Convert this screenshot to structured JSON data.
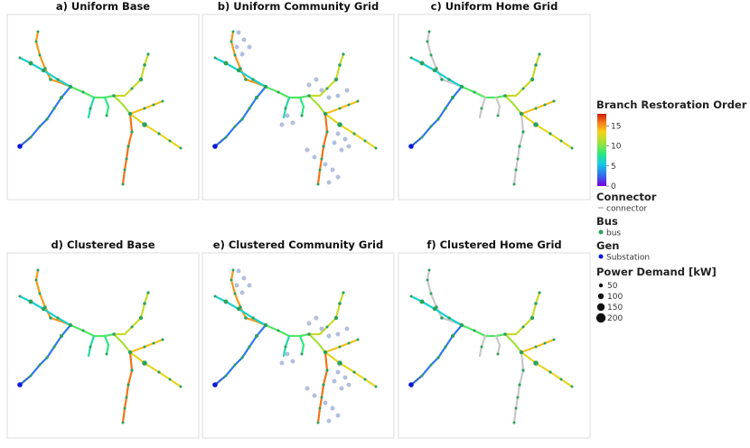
{
  "panels": [
    {
      "id": "a",
      "title": "a) Uniform Base",
      "variant": "base"
    },
    {
      "id": "b",
      "title": "b) Uniform Community Grid",
      "variant": "community"
    },
    {
      "id": "c",
      "title": "c) Uniform Home Grid",
      "variant": "home"
    },
    {
      "id": "d",
      "title": "d) Clustered Base",
      "variant": "base"
    },
    {
      "id": "e",
      "title": "e) Clustered Community Grid",
      "variant": "community"
    },
    {
      "id": "f",
      "title": "f) Clustered Home Grid",
      "variant": "home"
    }
  ],
  "legend": {
    "colorbar": {
      "title": "Branch Restoration Order",
      "ticks": [
        "15",
        "10",
        "5",
        "0"
      ],
      "tick_values": [
        15,
        10,
        5,
        0
      ],
      "min": 0,
      "max": 18
    },
    "connector": {
      "title": "Connector",
      "label": "connector",
      "color": "#c8c8c8"
    },
    "bus": {
      "title": "Bus",
      "label": "bus",
      "color": "#2ca25f"
    },
    "gen": {
      "title": "Gen",
      "label": "Substation",
      "color": "#0a1adb"
    },
    "power": {
      "title": "Power Demand [kW]",
      "entries": [
        "50",
        "100",
        "150",
        "200"
      ],
      "values": [
        50,
        100,
        150,
        200
      ]
    }
  },
  "colors": {
    "bus": "#2ca25f",
    "substation": "#0a1adb",
    "connector": "#c8c8c8",
    "community_node": "#b3c1e0",
    "panel_border": "#dcdcdc"
  }
}
